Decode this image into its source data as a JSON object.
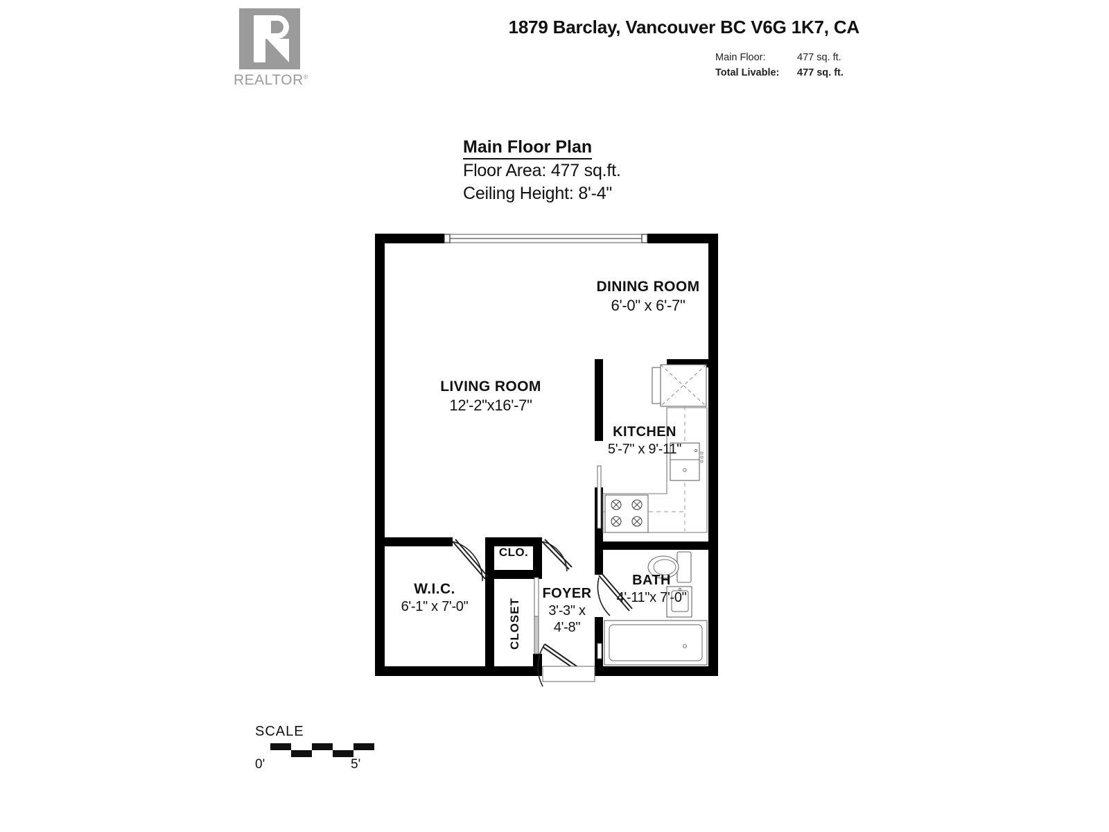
{
  "header": {
    "logo": {
      "mark_letter": "R",
      "wordmark": "REALTOR",
      "registered": "®",
      "color": "#9b9b9b"
    },
    "address": "1879 Barclay, Vancouver BC V6G 1K7, CA",
    "areas": [
      {
        "label": "Main Floor:",
        "value": "477 sq. ft.",
        "bold": false
      },
      {
        "label": "Total Livable:",
        "value": "477 sq. ft.",
        "bold": true
      }
    ]
  },
  "plan_title": {
    "title": "Main Floor Plan",
    "floor_area": "Floor Area: 477 sq.ft.",
    "ceiling_height": "Ceiling Height: 8'-4\""
  },
  "rooms": [
    {
      "key": "dining",
      "name": "DINING ROOM",
      "dim": "6'-0\"  x  6'-7\""
    },
    {
      "key": "living",
      "name": "LIVING ROOM",
      "dim": "12'-2\"x16'-7\""
    },
    {
      "key": "kitchen",
      "name": "KITCHEN",
      "dim": "5'-7\" x 9'-11\""
    },
    {
      "key": "bath",
      "name": "BATH",
      "dim": "4'-11\"x  7'-0\""
    },
    {
      "key": "wic",
      "name": "W.I.C.",
      "dim": "6'-1\" x  7'-0\""
    },
    {
      "key": "foyer",
      "name": "FOYER",
      "dim_line1": "3'-3\" x",
      "dim_line2": "4'-8\""
    },
    {
      "key": "clo",
      "name": "CLO."
    },
    {
      "key": "closet",
      "name": "CLOSET"
    }
  ],
  "scale": {
    "label": "SCALE",
    "start": "0'",
    "end": "5'"
  },
  "fixtures": [
    "window",
    "refrigerator",
    "kitchen-sink",
    "range-cooktop",
    "toilet",
    "bathroom-vanity-sink",
    "bathtub",
    "entry-door",
    "bath-door",
    "wic-door",
    "closet-door",
    "closet-bifold"
  ],
  "colors": {
    "wall": "#000000",
    "fixture_line": "#555555",
    "text": "#111111",
    "logo_gray": "#9b9b9b"
  }
}
